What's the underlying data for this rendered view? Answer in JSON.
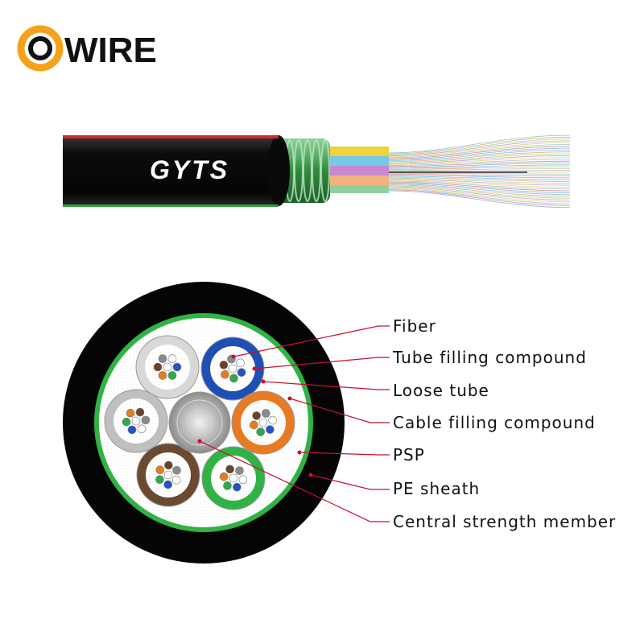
{
  "brand": {
    "name": "WIRE",
    "logo_ring_color": "#f5a21b"
  },
  "cable": {
    "jacket_text": "GYTS",
    "jacket_color": "#111111",
    "stripe_color": "#d62a2a",
    "armor_color": "#3f9a4a"
  },
  "cross_section": {
    "labels": [
      {
        "key": "fiber",
        "text": "Fiber"
      },
      {
        "key": "tube_filling",
        "text": "Tube filling compound"
      },
      {
        "key": "loose_tube",
        "text": "Loose tube"
      },
      {
        "key": "cable_filling",
        "text": "Cable filling compound"
      },
      {
        "key": "psp",
        "text": "PSP"
      },
      {
        "key": "pe_sheath",
        "text": "PE sheath"
      },
      {
        "key": "csm",
        "text": "Central strength member"
      }
    ],
    "leader_color": "#c8102e",
    "tube_colors": [
      "#ffffff",
      "#1f4fb5",
      "#e87a22",
      "#2fb344",
      "#6b4a2f",
      "#bfbfbf"
    ],
    "fiber_colors": [
      "#2453c9",
      "#2fa84a",
      "#e67c1e",
      "#6b4226",
      "#8a8a8a",
      "#ffffff"
    ]
  }
}
